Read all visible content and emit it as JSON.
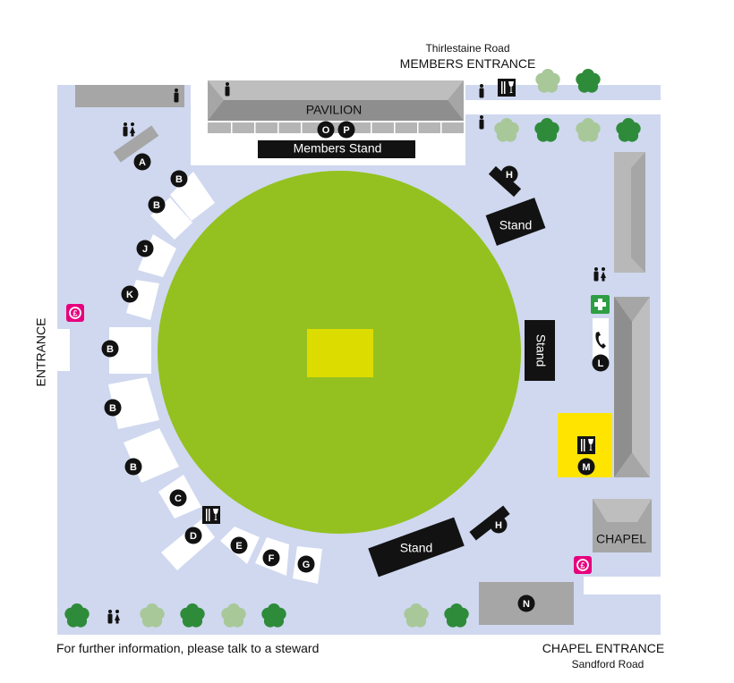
{
  "roads": {
    "top_road": "Thirlestaine Road",
    "top_entrance": "MEMBERS ENTRANCE",
    "left_entrance": "ENTRANCE",
    "bottom_entrance": "CHAPEL ENTRANCE",
    "bottom_road": "Sandford Road"
  },
  "footer": {
    "info": "For further information, please talk to a steward"
  },
  "buildings": {
    "pavilion": "PAVILION",
    "members_stand": "Members Stand",
    "chapel": "CHAPEL",
    "stand_ne": "Stand",
    "stand_e": "Stand",
    "stand_s": "Stand"
  },
  "markers": {
    "a": "A",
    "b1": "B",
    "b2": "B",
    "b3": "B",
    "b4": "B",
    "b5": "B",
    "c": "C",
    "d": "D",
    "e": "E",
    "f": "F",
    "g": "G",
    "h1": "H",
    "h2": "H",
    "j": "J",
    "k": "K",
    "l": "L",
    "m": "M",
    "n": "N",
    "o": "O",
    "p": "P"
  },
  "icons": {
    "toilets": "toilets-icon",
    "male": "male-toilet-icon",
    "food": "food-drink-icon",
    "first_aid": "first-aid-icon",
    "phone": "phone-icon",
    "cash": "cash-point-icon",
    "tree": "tree-icon"
  },
  "colors": {
    "grounds": "#cfd8ef",
    "outfield": "#94c11f",
    "pitch": "#dcdc00",
    "stand": "#121212",
    "building": "#a6a6a6",
    "highlight": "#ffe400",
    "first_aid": "#2e9e44",
    "cash": "#e6007e",
    "tree_dark": "#2e8b3a",
    "tree_light": "#a8c89a"
  }
}
